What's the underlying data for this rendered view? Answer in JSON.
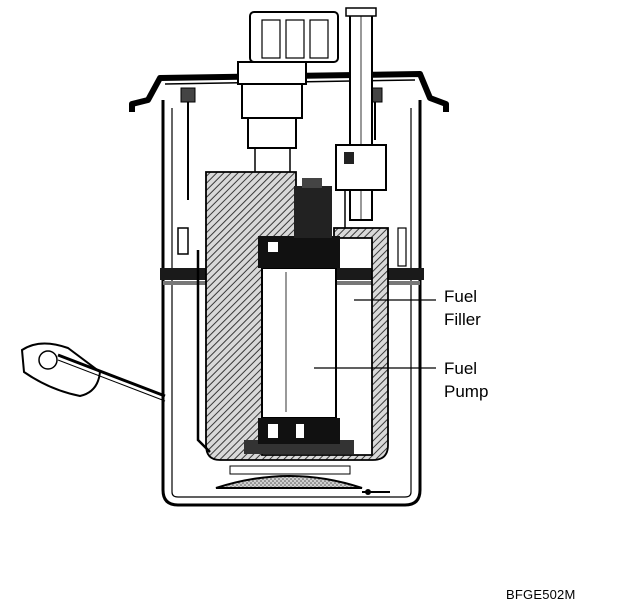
{
  "labels": {
    "fuel_filler": {
      "line1": "Fuel",
      "line2": "Filler"
    },
    "fuel_pump": {
      "line1": "Fuel",
      "line2": "Pump"
    }
  },
  "figure_code": "BFGE502M"
}
